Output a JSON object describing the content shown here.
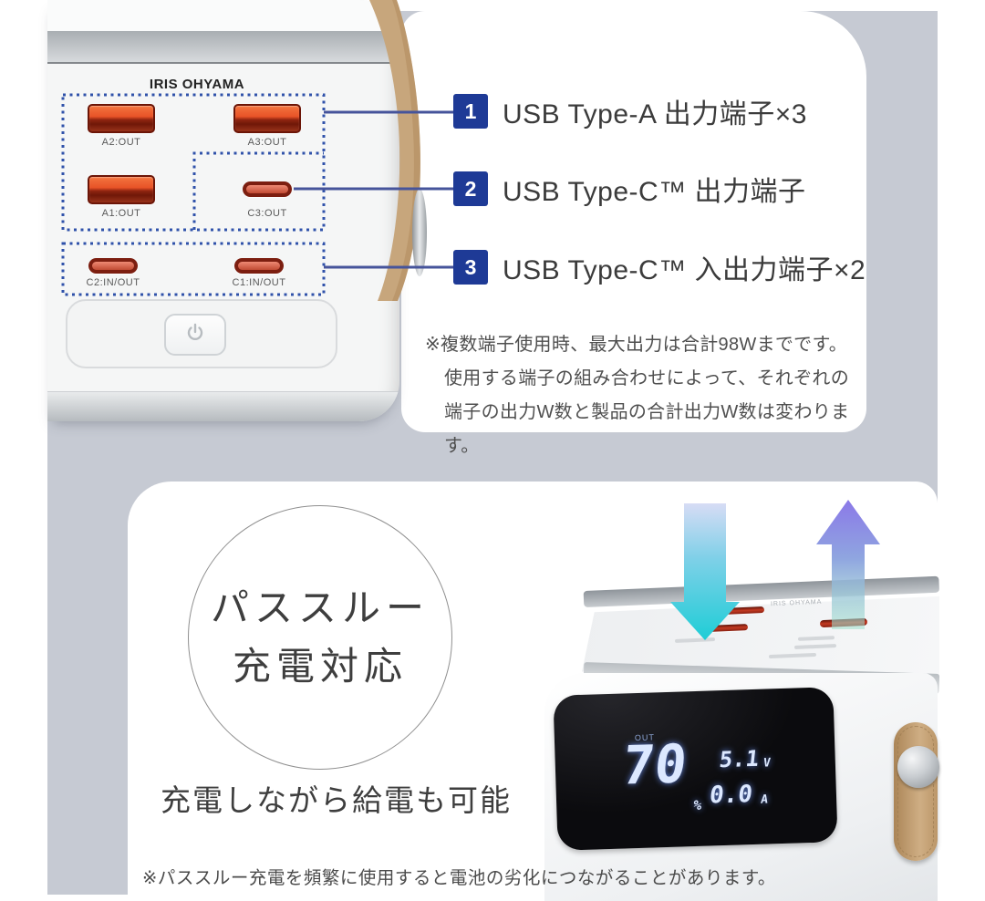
{
  "colors": {
    "background_gray": "#c6cad3",
    "accent_navy": "#1e3a96",
    "dotted_navy": "#3052aa",
    "callout_line": "#46549b",
    "port_orange": "#e85327",
    "port_maroon": "#7c1e10",
    "strap_tan": "#c7a67d",
    "arrow_cyan": "#1ecdd6",
    "arrow_purple": "#8b79e8",
    "display_digit": "#dce8ff",
    "text_dark": "#3b3b3b",
    "text_note": "#4f4f4f"
  },
  "icons": {
    "power_button": "power-icon",
    "charge_input": "arrow-down-icon",
    "charge_output": "arrow-up-icon"
  },
  "device_top": {
    "brand": "IRIS OHYAMA",
    "ports": [
      {
        "id": "A2",
        "type": "usb-a",
        "label": "A2:OUT"
      },
      {
        "id": "A3",
        "type": "usb-a",
        "label": "A3:OUT"
      },
      {
        "id": "A1",
        "type": "usb-a",
        "label": "A1:OUT"
      },
      {
        "id": "C3",
        "type": "usb-c",
        "label": "C3:OUT"
      },
      {
        "id": "C2",
        "type": "usb-c",
        "label": "C2:IN/OUT"
      },
      {
        "id": "C1",
        "type": "usb-c",
        "label": "C1:IN/OUT"
      }
    ]
  },
  "callouts": [
    {
      "num": "1",
      "label": "USB Type-A 出力端子×3"
    },
    {
      "num": "2",
      "label": "USB Type-C™ 出力端子"
    },
    {
      "num": "3",
      "label": "USB Type-C™ 入出力端子×2"
    }
  ],
  "note": {
    "lines": [
      "※複数端子使用時、最大出力は合計98Wまでです。",
      "使用する端子の組み合わせによって、それぞれの",
      "端子の出力W数と製品の合計出力W数は変わります。"
    ]
  },
  "passthrough": {
    "badge_line1": "パススルー",
    "badge_line2": "充電対応",
    "headline": "充電しながら給電も可能",
    "footnote": "※パススルー充電を頻繁に使用すると電池の劣化につながることがあります。"
  },
  "device_bottom": {
    "brand": "IRIS OHYAMA",
    "display": {
      "out_label": "OUT",
      "percent_value": "70",
      "percent_unit": "%",
      "voltage_value": "5.1",
      "voltage_unit": "V",
      "current_value": "0.0",
      "current_unit": "A"
    }
  }
}
